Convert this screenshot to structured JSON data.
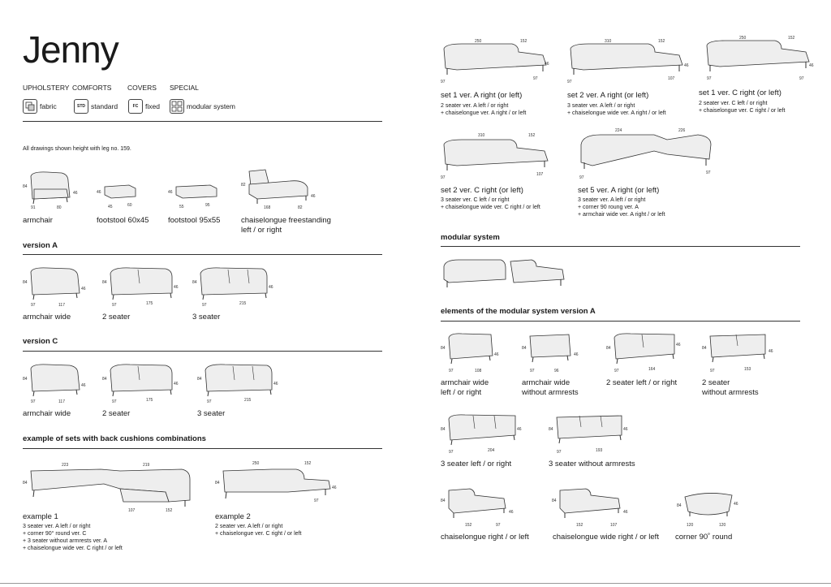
{
  "title": "Jenny",
  "header": {
    "upholstery": "UPHOLSTERY",
    "comforts": "COMFORTS",
    "covers": "COVERS",
    "special": "SPECIAL",
    "fabric": "fabric",
    "std_badge": "STD",
    "standard": "standard",
    "fc_badge": "FC",
    "fixed": "fixed",
    "modular": "modular system"
  },
  "note": "All drawings shown height with leg no. 159.",
  "standalone": [
    {
      "label": "armchair",
      "dims": [
        "84",
        "80",
        "91",
        "46"
      ]
    },
    {
      "label": "footstool 60x45",
      "dims": [
        "46",
        "60",
        "45"
      ]
    },
    {
      "label": "footstool 95x55",
      "dims": [
        "46",
        "95",
        "55"
      ]
    },
    {
      "label": "chaiselongue freestanding\nleft / or right",
      "dims": [
        "82",
        "46",
        "168",
        "82"
      ]
    }
  ],
  "versionA": {
    "heading": "version A",
    "items": [
      {
        "label": "armchair wide",
        "dims": [
          "84",
          "46",
          "97",
          "117"
        ]
      },
      {
        "label": "2 seater",
        "dims": [
          "84",
          "46",
          "97",
          "175"
        ]
      },
      {
        "label": "3 seater",
        "dims": [
          "84",
          "46",
          "97",
          "215"
        ]
      }
    ]
  },
  "versionC": {
    "heading": "version C",
    "items": [
      {
        "label": "armchair wide",
        "dims": [
          "84",
          "46",
          "97",
          "117"
        ]
      },
      {
        "label": "2 seater",
        "dims": [
          "84",
          "46",
          "97",
          "175"
        ]
      },
      {
        "label": "3 seater",
        "dims": [
          "84",
          "46",
          "97",
          "215"
        ]
      }
    ]
  },
  "examples": {
    "heading": "example of sets with back cushions combinations",
    "items": [
      {
        "label": "example 1",
        "desc": "3 seater ver. A left / or right\n+ corner 90° round ver. C\n+ 3 seater without armrests ver. A\n+ chaiselongue wide ver. C right / or left",
        "dims": [
          "223",
          "219",
          "84",
          "107",
          "152"
        ]
      },
      {
        "label": "example 2",
        "desc": "2 seater ver. A left / or right\n+ chaiselongue ver. C right / or left",
        "dims": [
          "250",
          "152",
          "84",
          "46",
          "97"
        ]
      }
    ]
  },
  "sets": [
    {
      "label": "set 1 ver. A right (or left)",
      "desc": "2 seater ver. A left / or right\n+ chaiselongue ver. A right / or left",
      "dims": [
        "250",
        "152",
        "97",
        "97",
        "46"
      ]
    },
    {
      "label": "set 2 ver. A right (or left)",
      "desc": "3 seater ver. A left / or right\n+ chaiselongue wide ver. A right / or left",
      "dims": [
        "310",
        "152",
        "97",
        "107",
        "46"
      ]
    },
    {
      "label": "set 1 ver. C right (or left)",
      "desc": "2 seater ver. C left / or right\n+ chaiselongue ver. C right / or left",
      "dims": [
        "250",
        "152",
        "97",
        "97",
        "46"
      ]
    },
    {
      "label": "set 2 ver. C right (or left)",
      "desc": "3 seater ver. C left / or right\n+ chaiselongue wide ver. C right / or left",
      "dims": [
        "310",
        "152",
        "97",
        "107"
      ]
    },
    {
      "label": "set 5 ver. A right (or left)",
      "desc": "3 seater ver. A left / or right\n+ corner 90 roung ver. A\n+ armchair wide ver. A right / or left",
      "dims": [
        "224",
        "226",
        "97",
        "97"
      ]
    }
  ],
  "modular": {
    "heading": "modular system"
  },
  "elements": {
    "heading": "elements of the modular system version A",
    "items": [
      {
        "label": "armchair wide\nleft / or right",
        "dims": [
          "84",
          "46",
          "97",
          "108"
        ]
      },
      {
        "label": "armchair wide\nwithout armrests",
        "dims": [
          "84",
          "46",
          "97",
          "96"
        ]
      },
      {
        "label": "2 seater left / or right",
        "dims": [
          "84",
          "46",
          "97",
          "164"
        ]
      },
      {
        "label": "2 seater\nwithout armrests",
        "dims": [
          "84",
          "46",
          "97",
          "153"
        ]
      },
      {
        "label": "3 seater left / or right",
        "dims": [
          "84",
          "46",
          "97",
          "204"
        ]
      },
      {
        "label": "3 seater without armrests",
        "dims": [
          "84",
          "46",
          "97",
          "193"
        ]
      },
      {
        "label": "chaiselongue right / or left",
        "dims": [
          "84",
          "46",
          "152",
          "97"
        ]
      },
      {
        "label": "chaiselongue wide right / or left",
        "dims": [
          "84",
          "46",
          "152",
          "107"
        ]
      },
      {
        "label": "corner 90˚ round",
        "dims": [
          "84",
          "46",
          "120",
          "120"
        ]
      }
    ]
  }
}
